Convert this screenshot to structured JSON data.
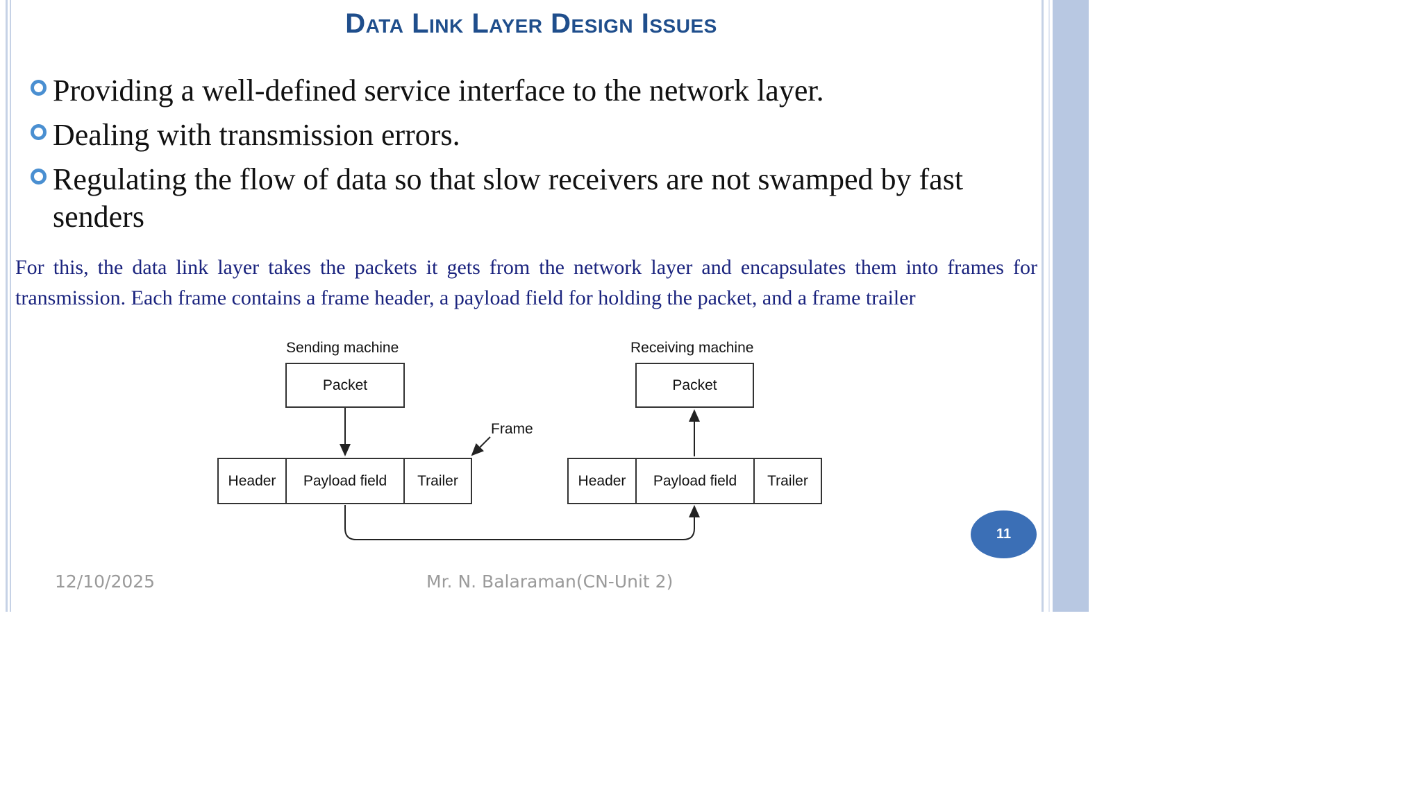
{
  "slide": {
    "title": "Data Link Layer Design Issues",
    "bullets": [
      "Providing a well-defined service interface to the network  layer.",
      "Dealing with transmission errors.",
      "Regulating the flow of data so that slow receivers are not  swamped by fast senders"
    ],
    "paragraph": "For this, the data link layer takes the packets it gets from the network layer and  encapsulates them into frames for transmission. Each frame contains a frame  header, a payload field for holding the packet, and a frame trailer",
    "page_number": "11",
    "footer_date": "12/10/2025",
    "footer_author": "Mr. N. Balaraman(CN-Unit 2)"
  },
  "diagram": {
    "sender_label": "Sending machine",
    "receiver_label": "Receiving machine",
    "packet_label": "Packet",
    "frame_label": "Frame",
    "header_label": "Header",
    "payload_label": "Payload field",
    "trailer_label": "Trailer"
  },
  "colors": {
    "title": "#1f4e8c",
    "paragraph": "#1a237e",
    "bullet": "#4a8fd1",
    "page_badge": "#3b6fb6"
  }
}
